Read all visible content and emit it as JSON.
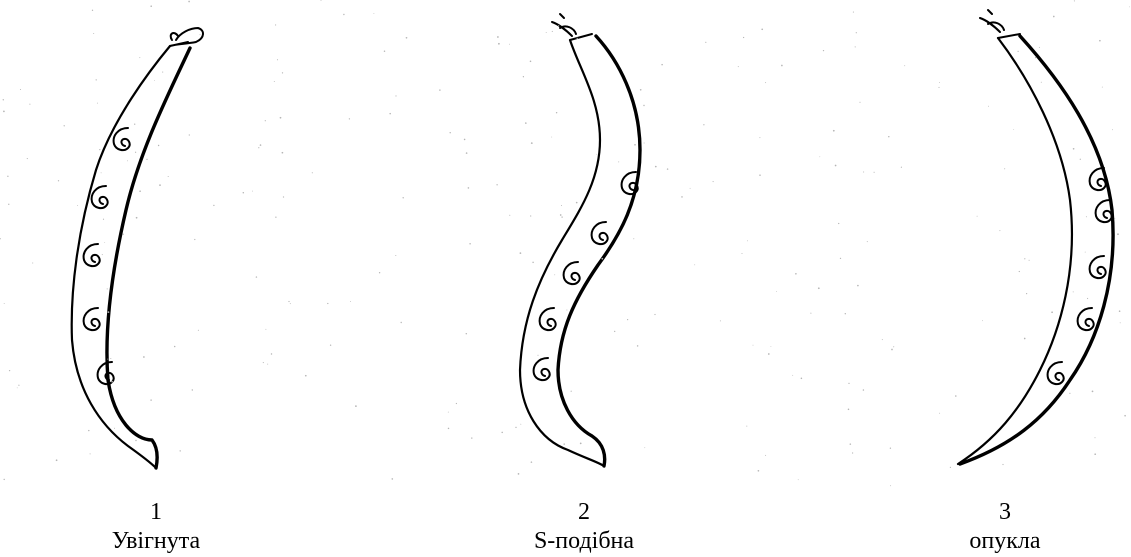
{
  "figure": {
    "pods": [
      {
        "number": "1",
        "label": "Увігнута"
      },
      {
        "number": "2",
        "label": "S-подібна"
      },
      {
        "number": "3",
        "label": "опукла"
      }
    ]
  },
  "colors": {
    "line": "#000000",
    "background": "#ffffff",
    "paper_speckle": "#b5b5b5"
  }
}
